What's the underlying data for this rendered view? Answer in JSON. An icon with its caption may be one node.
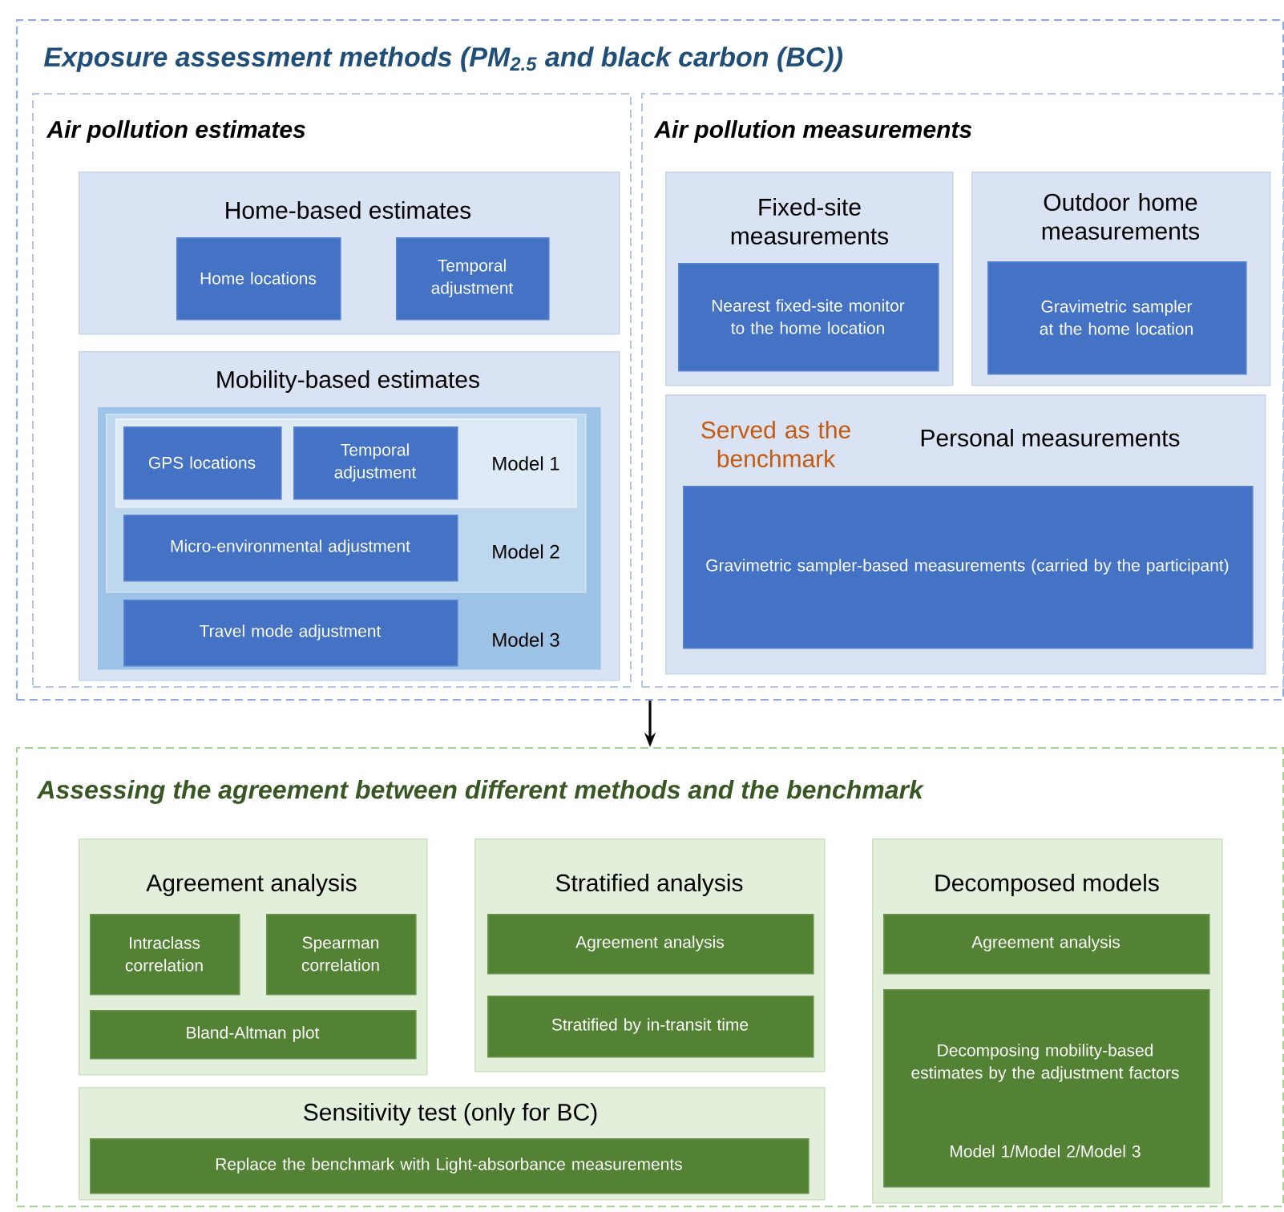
{
  "diagram": {
    "nodes": [
      {
        "text": [
          "Exposure assessment methods (PM$_{2.5}$ and black carbon (BC))"
        ]
      },
      {
        "text": [
          "Air pollution estimates"
        ],
        "in": 0
      },
      {
        "text": [
          "Home-based estimates"
        ],
        "in": 1
      },
      {
        "text": [
          "Home locations"
        ],
        "in": 2
      },
      {
        "text": [
          "Temporal adjustment"
        ],
        "in": 2
      },
      {
        "text": [
          "Mobility-based estimates"
        ],
        "in": 1
      },
      {
        "text": [
          "Model 3"
        ],
        "in": 5
      },
      {
        "text": [
          "Model 2"
        ],
        "in": 6
      },
      {
        "text": [
          "Model 1"
        ],
        "in": 7
      },
      {
        "text": [
          "GPS locations"
        ],
        "in": 8
      },
      {
        "text": [
          "Temporal adjustment"
        ],
        "in": 8
      },
      {
        "text": [
          "Micro-environmental adjustment"
        ],
        "in": 7
      },
      {
        "text": [
          "Travel mode adjustment"
        ],
        "in": 6
      },
      {
        "text": [
          "Air pollution measurements"
        ],
        "in": 0
      },
      {
        "text": [
          "Fixed-site measurements"
        ],
        "in": 13
      },
      {
        "text": [
          "Nearest fixed-site monitor to the home location"
        ],
        "in": 14
      },
      {
        "text": [
          "Outdoor home measurements"
        ],
        "in": 13
      },
      {
        "text": [
          "Gravimetric sampler at the home location"
        ],
        "in": 16
      },
      {
        "text": [
          "Served as the benchmark",
          "Personal measurements"
        ],
        "in": 13
      },
      {
        "text": [
          "Gravimetric sampler-based measurements (carried by the participant)"
        ],
        "in": 18
      },
      {
        "text": [
          "Assessing the agreement between different methods and the benchmark"
        ]
      },
      {
        "text": [
          "Agreement analysis"
        ],
        "in": 20
      },
      {
        "text": [
          "Intraclass correlation"
        ],
        "in": 21
      },
      {
        "text": [
          "Spearman correlation"
        ],
        "in": 21
      },
      {
        "text": [
          "Bland-Altman plot"
        ],
        "in": 21
      },
      {
        "text": [
          "Stratified analysis"
        ],
        "in": 20
      },
      {
        "text": [
          "Agreement analysis"
        ],
        "in": 25
      },
      {
        "text": [
          "Stratified by in-transit time"
        ],
        "in": 25
      },
      {
        "text": [
          "Decomposed models"
        ],
        "in": 20
      },
      {
        "text": [
          "Agreement analysis"
        ],
        "in": 28
      },
      {
        "text": [
          "Decomposing mobility-based estimates by the adjustment factors",
          "Model 1/Model 2/Model 3"
        ],
        "in": 28
      },
      {
        "text": [
          "Sensitivity test (only for BC)"
        ],
        "in": 20
      },
      {
        "text": [
          "Replace the benchmark with Light-absorbance measurements"
        ],
        "in": 31
      }
    ],
    "edges": [
      {
        "from": 0,
        "to": 20,
        "arrow": "to"
      }
    ]
  }
}
